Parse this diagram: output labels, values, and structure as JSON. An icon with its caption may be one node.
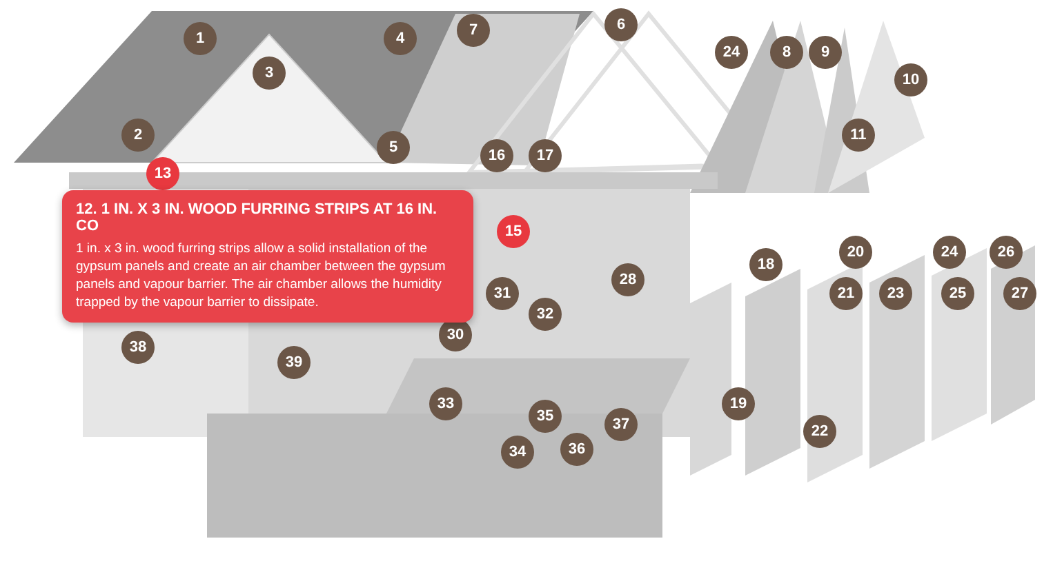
{
  "diagram": {
    "nodes": [
      {
        "text": [
          "12. 1 IN. X 3 IN. WOOD FURRING STRIPS AT 16 IN. CO",
          "1 in. x 3 in. wood furring strips allow a solid installation of the gypsum panels and create an air chamber between the gypsum panels and vapour barrier. The air chamber allows the humidity trapped by the vapour barrier to dissipate."
        ]
      }
    ],
    "labels": [
      "6",
      "7",
      "1",
      "4",
      "24",
      "8",
      "9",
      "3",
      "10",
      "2",
      "11",
      "5",
      "16",
      "17",
      "13",
      "15",
      "20",
      "24",
      "26",
      "18",
      "28",
      "31",
      "21",
      "23",
      "25",
      "27",
      "32",
      "38",
      "30",
      "39",
      "33",
      "35",
      "37",
      "19",
      "22",
      "34",
      "36"
    ]
  }
}
